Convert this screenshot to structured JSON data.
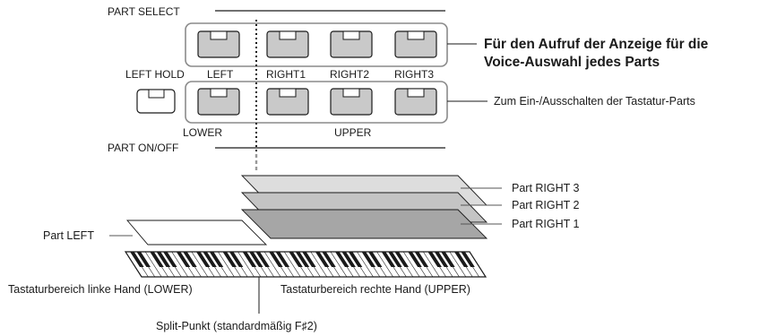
{
  "panel": {
    "part_select_label": "PART SELECT",
    "part_onoff_label": "PART ON/OFF",
    "left_hold_label": "LEFT HOLD",
    "buttons": [
      {
        "label": "LEFT"
      },
      {
        "label": "RIGHT1"
      },
      {
        "label": "RIGHT2"
      },
      {
        "label": "RIGHT3"
      }
    ],
    "lower_label": "LOWER",
    "upper_label": "UPPER"
  },
  "callouts": {
    "select_line1": "Für den Aufruf der Anzeige für die",
    "select_line2": "Voice-Auswahl jedes Parts",
    "onoff": "Zum Ein-/Ausschalten der Tastatur-Parts"
  },
  "layers": {
    "right3": "Part RIGHT 3",
    "right2": "Part RIGHT 2",
    "right1": "Part RIGHT 1",
    "left": "Part LEFT"
  },
  "keyboard": {
    "left_range": "Tastaturbereich linke Hand (LOWER)",
    "right_range": "Tastaturbereich rechte Hand (UPPER)",
    "split_point": "Split-Punkt (standardmäßig F♯2)"
  },
  "colors": {
    "layer_right3": "#dddddd",
    "layer_right2": "#c4c4c4",
    "layer_right1": "#a6a6a6",
    "layer_left": "#ffffff",
    "button_fill": "#c9c9c9"
  }
}
